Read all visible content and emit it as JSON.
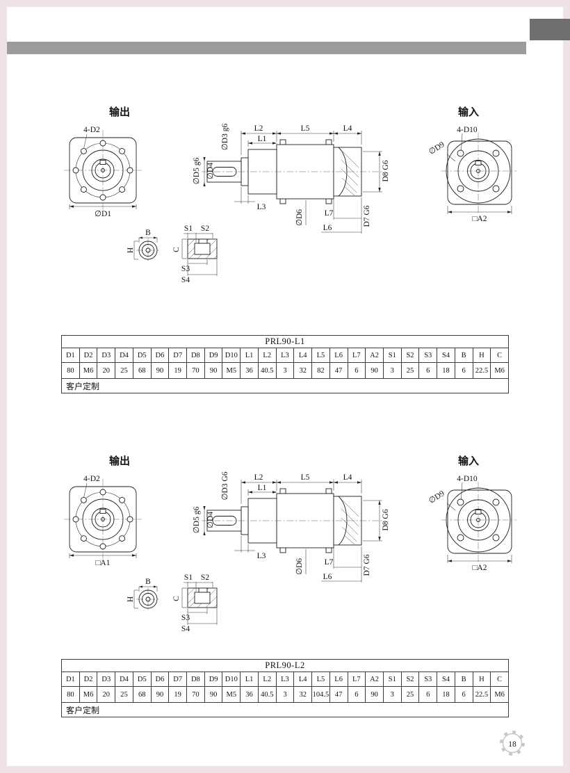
{
  "page": {
    "number": "18"
  },
  "sections": [
    {
      "output_label": "输出",
      "input_label": "输入",
      "left_view": {
        "bolt": "4-D2",
        "size": "∅D1"
      },
      "side_view": {
        "l1": "L1",
        "l2": "L2",
        "l3": "L3",
        "l4": "L4",
        "l5": "L5",
        "l6": "L6",
        "l7": "L7",
        "d3": "∅D3 g6",
        "d4": "∅D4",
        "d5": "∅D5 g6",
        "d6": "∅D6",
        "d7": "D7 G6",
        "d8": "D8 G6"
      },
      "right_view": {
        "bolt": "4-D10",
        "d9": "∅D9",
        "size": "□A2"
      },
      "details": {
        "b": "B",
        "h": "H",
        "c": "C",
        "s1": "S1",
        "s2": "S2",
        "s3": "S3",
        "s4": "S4"
      },
      "table": {
        "title": "PRL90-L1",
        "headers": [
          "D1",
          "D2",
          "D3",
          "D4",
          "D5",
          "D6",
          "D7",
          "D8",
          "D9",
          "D10",
          "L1",
          "L2",
          "L3",
          "L4",
          "L5",
          "L6",
          "L7",
          "A2",
          "S1",
          "S2",
          "S3",
          "S4",
          "B",
          "H",
          "C"
        ],
        "values": [
          "80",
          "M6",
          "20",
          "25",
          "68",
          "90",
          "19",
          "70",
          "90",
          "M5",
          "36",
          "40.5",
          "3",
          "32",
          "82",
          "47",
          "6",
          "90",
          "3",
          "25",
          "6",
          "18",
          "6",
          "22.5",
          "M6"
        ],
        "footer": "客户定制"
      }
    },
    {
      "output_label": "输出",
      "input_label": "输入",
      "left_view": {
        "bolt": "4-D2",
        "size": "□A1"
      },
      "side_view": {
        "l1": "L1",
        "l2": "L2",
        "l3": "L3",
        "l4": "L4",
        "l5": "L5",
        "l6": "L6",
        "l7": "L7",
        "d3": "∅D3 G6",
        "d4": "∅D4",
        "d5": "∅D5 g6",
        "d6": "∅D6",
        "d7": "D7 G6",
        "d8": "D8 G6"
      },
      "right_view": {
        "bolt": "4-D10",
        "d9": "∅D9",
        "size": "□A2"
      },
      "details": {
        "b": "B",
        "h": "H",
        "c": "C",
        "s1": "S1",
        "s2": "S2",
        "s3": "S3",
        "s4": "S4"
      },
      "table": {
        "title": "PRL90-L2",
        "headers": [
          "D1",
          "D2",
          "D3",
          "D4",
          "D5",
          "D6",
          "D7",
          "D8",
          "D9",
          "D10",
          "L1",
          "L2",
          "L3",
          "L4",
          "L5",
          "L6",
          "L7",
          "A2",
          "S1",
          "S2",
          "S3",
          "S4",
          "B",
          "H",
          "C"
        ],
        "values": [
          "80",
          "M6",
          "20",
          "25",
          "68",
          "90",
          "19",
          "70",
          "90",
          "M5",
          "36",
          "40.5",
          "3",
          "32",
          "104.5",
          "47",
          "6",
          "90",
          "3",
          "25",
          "6",
          "18",
          "6",
          "22.5",
          "M6"
        ],
        "footer": "客户定制"
      }
    }
  ]
}
